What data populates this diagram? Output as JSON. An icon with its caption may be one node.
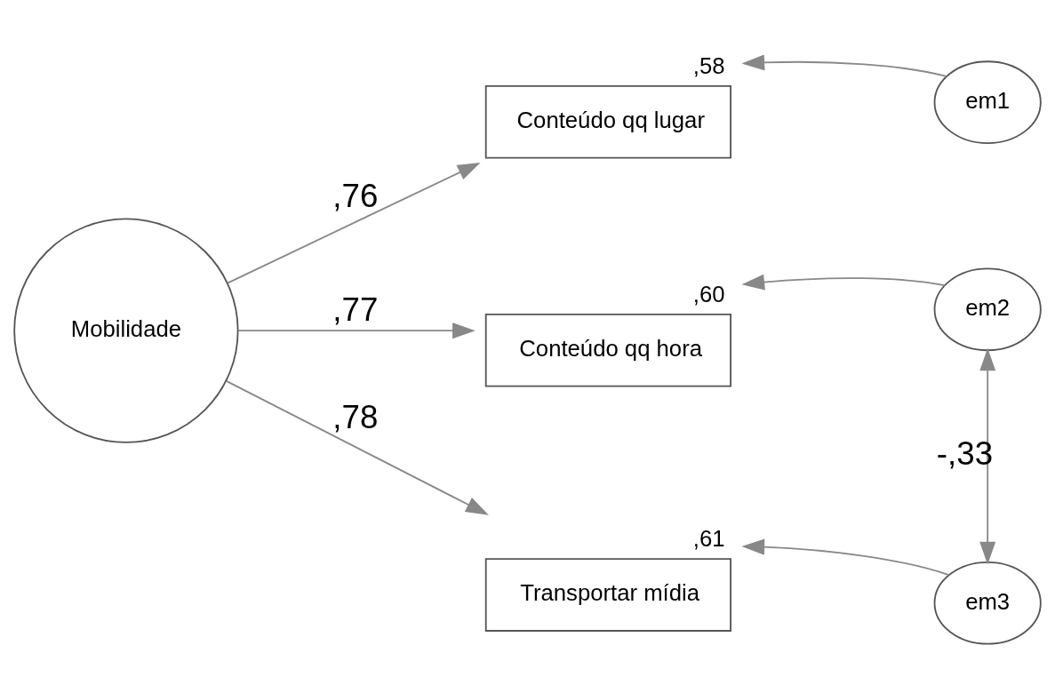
{
  "diagram": {
    "nodes": [
      {
        "text": [
          "Mobilidade"
        ]
      },
      {
        "text": [
          "Conteúdo qq lugar"
        ],
        "beside": [
          ",58"
        ]
      },
      {
        "text": [
          "em1"
        ]
      },
      {
        "text": [
          "Conteúdo qq hora"
        ],
        "beside": [
          ",60"
        ]
      },
      {
        "text": [
          "em2"
        ]
      },
      {
        "text": [
          "Transportar mídia"
        ],
        "beside": [
          ",61"
        ]
      },
      {
        "text": [
          "em3"
        ]
      }
    ],
    "edges": [
      {
        "from": 0,
        "to": 1,
        "arrow": "to",
        "label": ",76"
      },
      {
        "from": 2,
        "to": 1,
        "arrow": "to"
      },
      {
        "from": 0,
        "to": 3,
        "arrow": "to",
        "label": ",77"
      },
      {
        "from": 4,
        "to": 3,
        "arrow": "to"
      },
      {
        "from": 0,
        "to": 5,
        "arrow": "to",
        "label": ",78"
      },
      {
        "from": 6,
        "to": 5,
        "arrow": "to"
      },
      {
        "from": 4,
        "to": 6,
        "arrow": "both",
        "label": "-,33"
      }
    ]
  }
}
